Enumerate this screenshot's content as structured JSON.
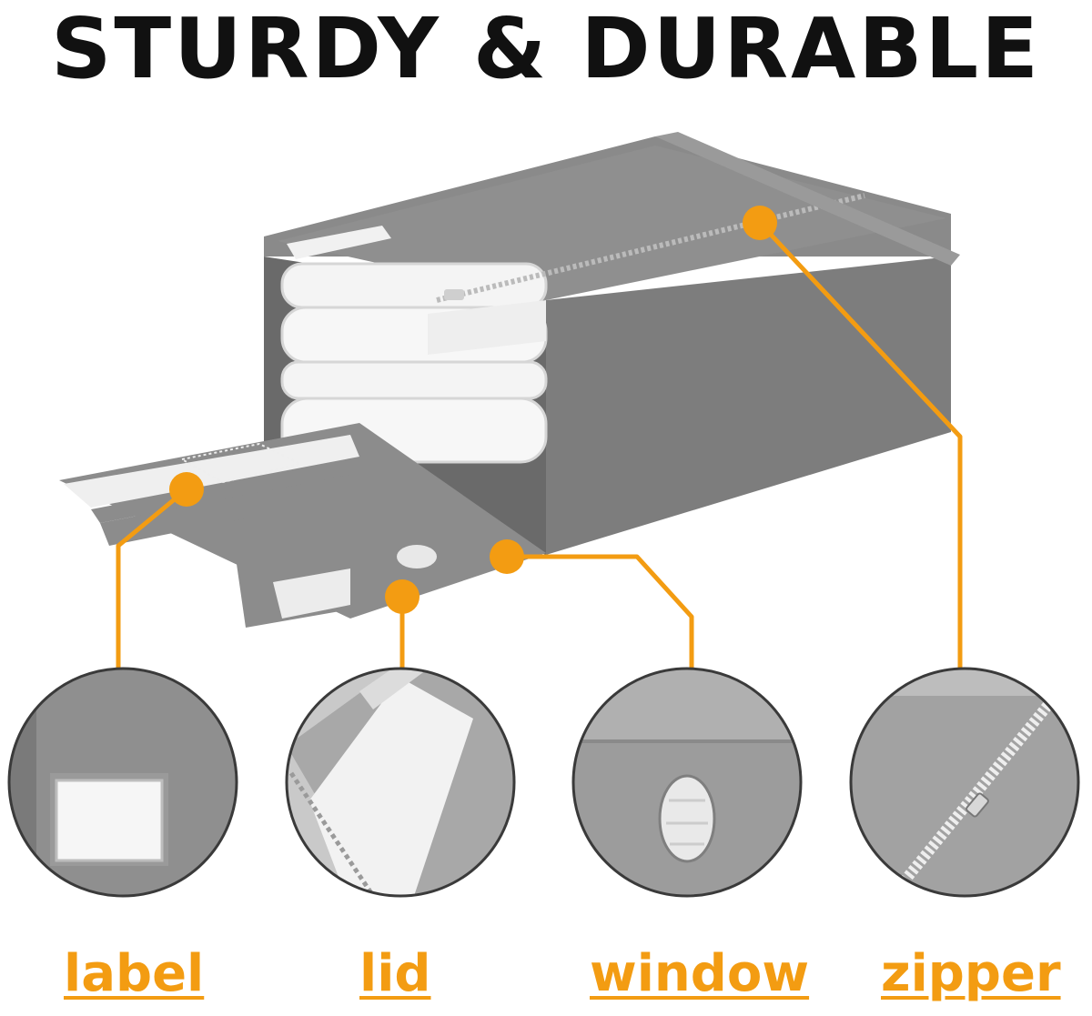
{
  "headline": "STURDY & DURABLE",
  "accent_color": "#f39c12",
  "features": [
    {
      "label": "label",
      "icon": "label-window-icon"
    },
    {
      "label": "lid",
      "icon": "velcro-lid-icon"
    },
    {
      "label": "window",
      "icon": "view-window-icon"
    },
    {
      "label": "zipper",
      "icon": "zipper-icon"
    }
  ]
}
